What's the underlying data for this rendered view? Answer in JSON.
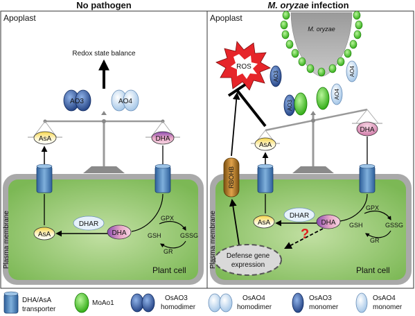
{
  "panels": {
    "left_title": "No pathogen",
    "right_title_species": "M. oryzae",
    "right_title_rest": " infection",
    "apoplast_label": "Apoplast",
    "plasma_membrane_label": "Plasma membrane",
    "plant_cell_label": "Plant cell"
  },
  "left": {
    "redox_label": "Redox state balance",
    "ao3_label": "AO3",
    "ao4_label": "AO4",
    "asa_top": "AsA",
    "dha_top": "DHA",
    "dhar": "DHAR",
    "asa_cell": "AsA",
    "dha_cell": "DHA",
    "gpx": "GPX",
    "gsh": "GSH",
    "gssg": "GSSG",
    "gr": "GR"
  },
  "right": {
    "pathogen_label": "M. oryzae",
    "ros_label": "ROS",
    "rbohb_label": "RBOHB",
    "ao3_label": "AO3",
    "ao4_label": "AO4",
    "asa_top": "AsA",
    "dha_top": "DHA",
    "dhar": "DHAR",
    "asa_cell": "AsA",
    "dha_cell": "DHA",
    "gpx": "GPX",
    "gsh": "GSH",
    "gssg": "GSSG",
    "gr": "GR",
    "question": "?",
    "defense_line1": "Defense gene",
    "defense_line2": "expression"
  },
  "legend": {
    "transporter_line1": "DHA/AsA",
    "transporter_line2": "transporter",
    "moao1": "MoAo1",
    "osao3_homo_line1": "OsAO3",
    "osao3_homo_line2": "homodimer",
    "osao4_homo_line1": "OsAO4",
    "osao4_homo_line2": "homodimer",
    "osao3_mono_line1": "OsAO3",
    "osao3_mono_line2": "monomer",
    "osao4_mono_line1": "OsAO4",
    "osao4_mono_line2": "monomer"
  },
  "colors": {
    "cell_green": "#8dc468",
    "membrane_gray": "#a9a9a9",
    "ao3_blue": "#2c4a8c",
    "ao4_lightblue": "#c8ddf0",
    "moao1_green": "#3fc21f",
    "ros_red": "#e6252a",
    "question_red": "#e02020",
    "rbohb_brown": "#9b6a1e"
  }
}
